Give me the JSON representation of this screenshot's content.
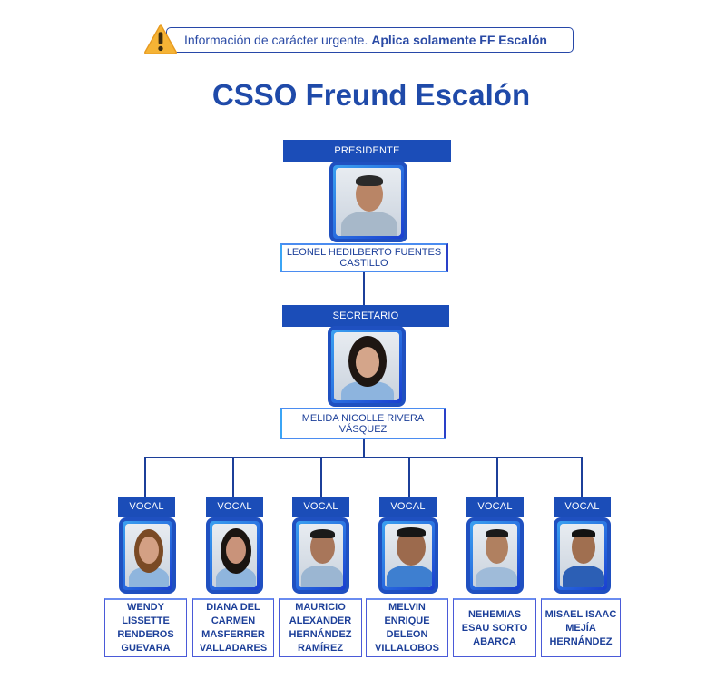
{
  "notice": {
    "text_regular": "Información de carácter urgente.",
    "text_bold": "Aplica solamente  FF Escalón"
  },
  "title": "CSSO Freund  Escalón",
  "president": {
    "role": "PRESIDENTE",
    "name": "LEONEL HEDILBERTO FUENTES CASTILLO"
  },
  "secretary": {
    "role": "SECRETARIO",
    "name": "MELIDA NICOLLE RIVERA VÁSQUEZ"
  },
  "vocals": [
    {
      "role": "VOCAL",
      "name": "WENDY LISSETTE RENDEROS GUEVARA"
    },
    {
      "role": "VOCAL",
      "name": "DIANA DEL CARMEN MASFERRER VALLADARES"
    },
    {
      "role": "VOCAL",
      "name": "MAURICIO ALEXANDER HERNÁNDEZ RAMÍREZ"
    },
    {
      "role": "VOCAL",
      "name": "MELVIN ENRIQUE DELEON VILLALOBOS"
    },
    {
      "role": "VOCAL",
      "name": "NEHEMIAS ESAU SORTO ABARCA"
    },
    {
      "role": "VOCAL",
      "name": "MISAEL ISAAC MEJÍA HERNÁNDEZ"
    }
  ],
  "colors": {
    "primary": "#1b4db8",
    "title": "#1f4aa9",
    "accent": "#3aa0f0"
  }
}
